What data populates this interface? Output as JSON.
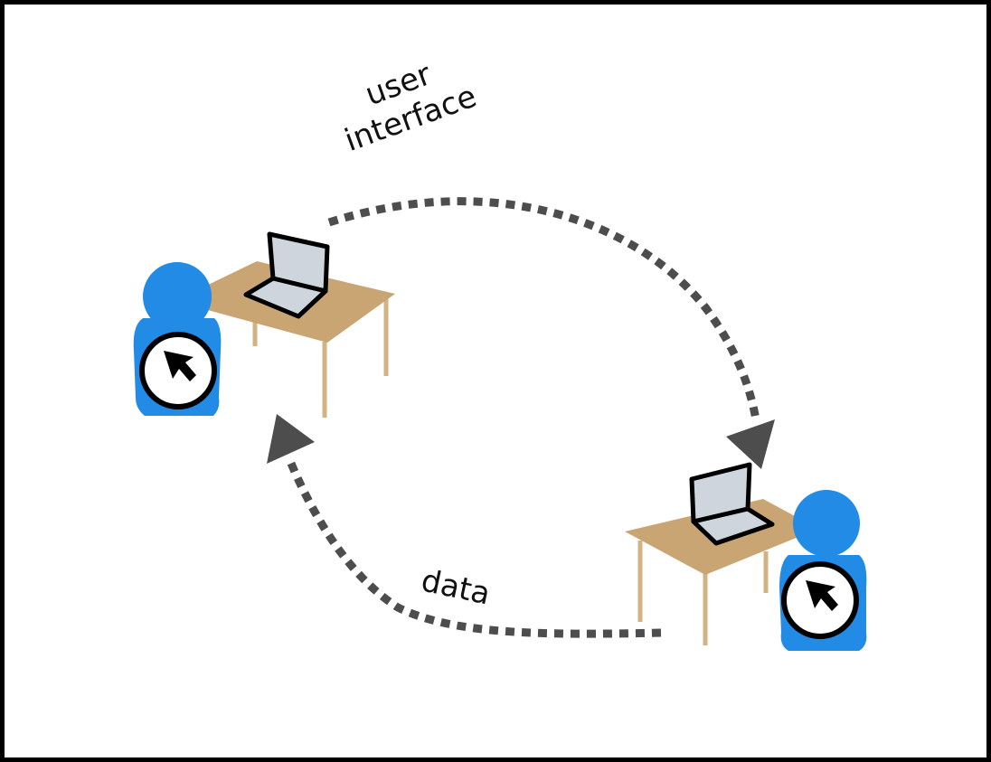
{
  "labels": {
    "top_line1": "user",
    "top_line2": "interface",
    "bottom": "data"
  },
  "colors": {
    "person": "#218be6",
    "desk": "#c9a574",
    "desk_leg": "#d3b383",
    "laptop_screen": "#cfd5dd",
    "arrow": "#4d4d4d",
    "outline": "#000000"
  },
  "icons": {
    "person": "person-icon",
    "cursor_badge": "cursor-arrow-icon",
    "laptop": "laptop-icon",
    "desk": "desk-icon"
  }
}
